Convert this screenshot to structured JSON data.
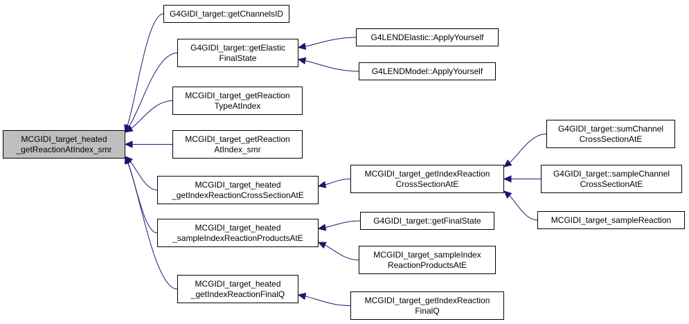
{
  "nodes": {
    "root": {
      "lines": [
        "MCGIDI_target_heated",
        "_getReactionAtIndex_smr"
      ]
    },
    "chid": {
      "lines": [
        "G4GIDI_target::getChannelsID"
      ]
    },
    "elast": {
      "lines": [
        "G4GIDI_target::getElastic",
        "FinalState"
      ]
    },
    "rtype": {
      "lines": [
        "MCGIDI_target_getReaction",
        "TypeAtIndex"
      ]
    },
    "raidx": {
      "lines": [
        "MCGIDI_target_getReaction",
        "AtIndex_smr"
      ]
    },
    "hixs": {
      "lines": [
        "MCGIDI_target_heated",
        "_getIndexReactionCrossSectionAtE"
      ]
    },
    "hsamp": {
      "lines": [
        "MCGIDI_target_heated",
        "_sampleIndexReactionProductsAtE"
      ]
    },
    "hfq": {
      "lines": [
        "MCGIDI_target_heated",
        "_getIndexReactionFinalQ"
      ]
    },
    "lel": {
      "lines": [
        "G4LENDElastic::ApplyYourself"
      ]
    },
    "lmod": {
      "lines": [
        "G4LENDModel::ApplyYourself"
      ]
    },
    "tixs": {
      "lines": [
        "MCGIDI_target_getIndexReaction",
        "CrossSectionAtE"
      ]
    },
    "gfs": {
      "lines": [
        "G4GIDI_target::getFinalState"
      ]
    },
    "tsamp": {
      "lines": [
        "MCGIDI_target_sampleIndex",
        "ReactionProductsAtE"
      ]
    },
    "tfq": {
      "lines": [
        "MCGIDI_target_getIndexReaction",
        "FinalQ"
      ]
    },
    "sumch": {
      "lines": [
        "G4GIDI_target::sumChannel",
        "CrossSectionAtE"
      ]
    },
    "sampch": {
      "lines": [
        "G4GIDI_target::sampleChannel",
        "CrossSectionAtE"
      ]
    },
    "sreac": {
      "lines": [
        "MCGIDI_target_sampleReaction"
      ]
    }
  },
  "edges": [
    {
      "from": "chid",
      "to": "root"
    },
    {
      "from": "elast",
      "to": "root"
    },
    {
      "from": "rtype",
      "to": "root"
    },
    {
      "from": "raidx",
      "to": "root"
    },
    {
      "from": "hixs",
      "to": "root"
    },
    {
      "from": "hsamp",
      "to": "root"
    },
    {
      "from": "hfq",
      "to": "root"
    },
    {
      "from": "lel",
      "to": "elast"
    },
    {
      "from": "lmod",
      "to": "elast"
    },
    {
      "from": "tixs",
      "to": "hixs"
    },
    {
      "from": "gfs",
      "to": "hsamp"
    },
    {
      "from": "tsamp",
      "to": "hsamp"
    },
    {
      "from": "tfq",
      "to": "hfq"
    },
    {
      "from": "sumch",
      "to": "tixs"
    },
    {
      "from": "sampch",
      "to": "tixs"
    },
    {
      "from": "sreac",
      "to": "tixs"
    }
  ],
  "colors": {
    "edge": "#191970",
    "root_fill": "#bfbfbf",
    "node_fill": "#ffffff",
    "node_border": "#000000"
  }
}
